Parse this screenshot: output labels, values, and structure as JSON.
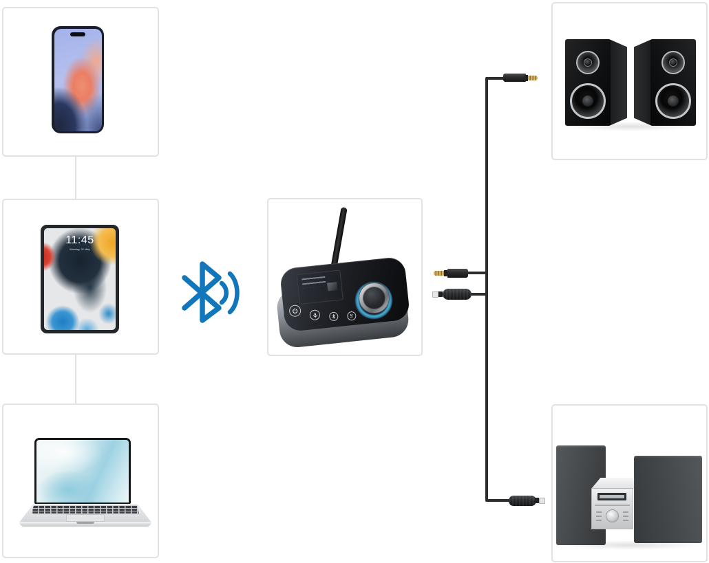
{
  "meta": {
    "type": "bluetooth-transmitter-connectivity-diagram"
  },
  "colors": {
    "background": "#ffffff",
    "box_border": "#e2e2e2",
    "link_line": "#e0e0e0",
    "bluetooth_blue": "#1277ba",
    "cable": "#2c2d2f",
    "gold_tip_light": "#d5b269",
    "gold_tip_dark": "#8f7330",
    "toslink_tip": "#e6e6e4",
    "knob_glow": "#49b9ea",
    "device_body": "#1b1d21",
    "device_metal": "#9599a0",
    "speaker_black": "#0e0f10",
    "stereo_speaker_gray": "#45484a",
    "stereo_unit_silver": "#dcdee0"
  },
  "nodes": {
    "phone": {
      "name": "smartphone"
    },
    "tablet": {
      "name": "tablet",
      "time": "11:45",
      "date": "Monday, 31 May"
    },
    "laptop": {
      "name": "laptop"
    },
    "bluetooth": {
      "name": "bluetooth-signal-icon"
    },
    "transmitter": {
      "name": "bluetooth-audio-transmitter-receiver"
    },
    "speakers": {
      "name": "bookshelf-speakers"
    },
    "stereo": {
      "name": "mini-stereo-system"
    },
    "aux_cable": {
      "name": "3.5mm-aux-cable"
    },
    "optical_cable": {
      "name": "optical-toslink-cable"
    }
  }
}
